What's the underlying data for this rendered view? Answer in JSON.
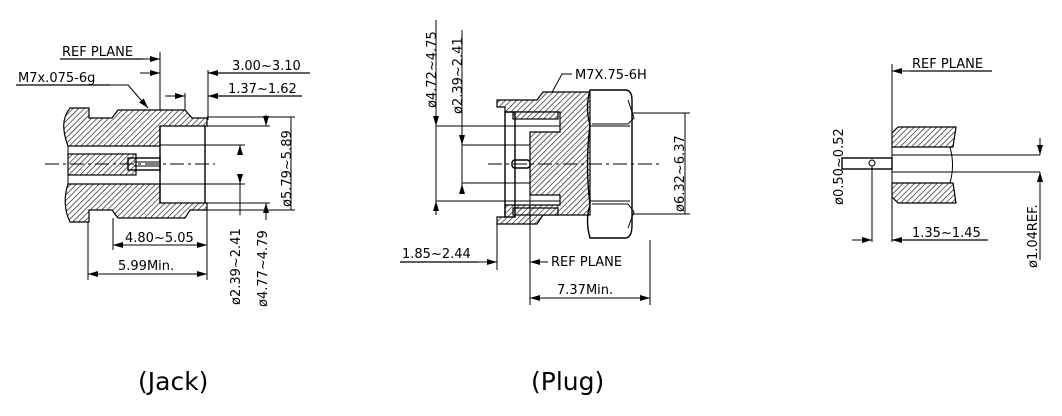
{
  "jack": {
    "caption": "(Jack)",
    "ref_plane": "REF PLANE",
    "thread": "M7x.075-6g",
    "dim_overall": "3.00~3.10",
    "dim_step": "1.37~1.62",
    "dim_depth": "4.80~5.05",
    "dim_min": "5.99Min.",
    "dia_inner": "ø2.39~2.41",
    "dia_mid": "ø4.77~4.79",
    "dia_outer": "ø5.79~5.89"
  },
  "plug": {
    "caption": "(Plug)",
    "ref_plane": "REF PLANE",
    "thread": "M7X.75-6H",
    "dia_outer": "ø4.72~4.75",
    "dia_inner": "ø2.39~2.41",
    "dia_nut": "ø6.32~6.37",
    "dim_pin": "1.85~2.44",
    "dim_min": "7.37Min."
  },
  "pin": {
    "ref_plane": "REF PLANE",
    "dia_pin": "ø0.50~0.52",
    "dia_ref": "ø1.04REF.",
    "dim_len": "1.35~1.45"
  }
}
